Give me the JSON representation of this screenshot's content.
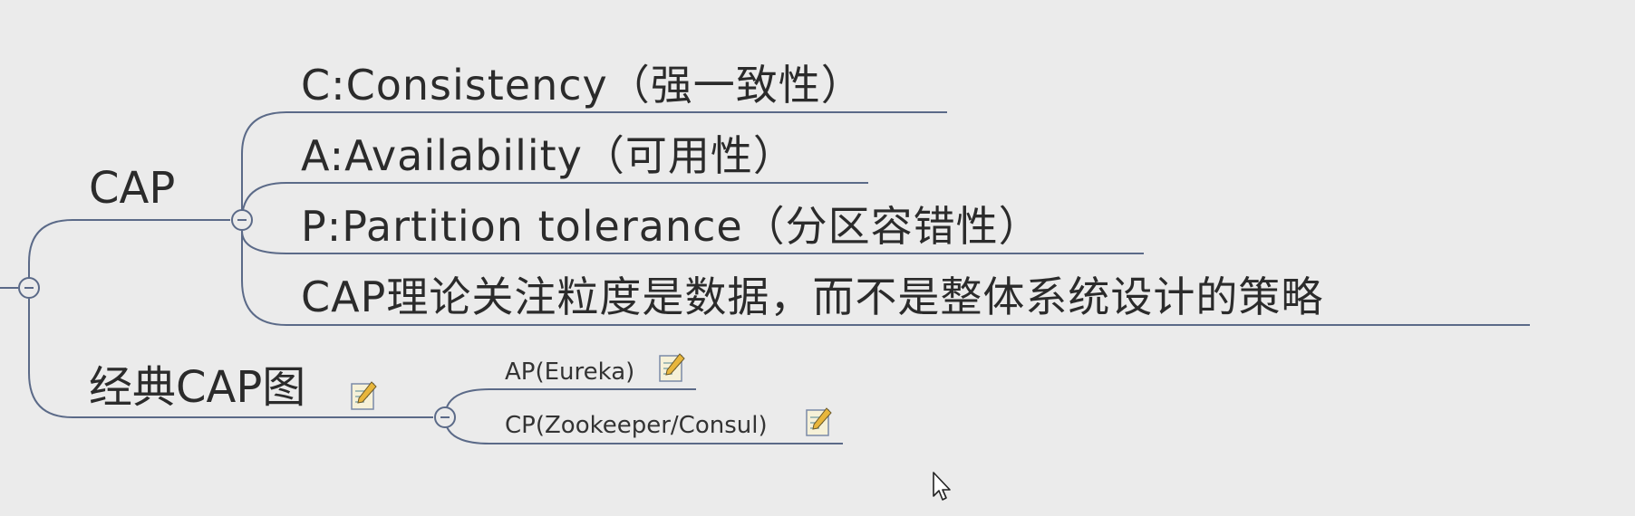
{
  "mindmap": {
    "cap": {
      "label": "CAP",
      "children": [
        "C:Consistency（强一致性）",
        "A:Availability（可用性）",
        "P:Partition tolerance（分区容错性）",
        "CAP理论关注粒度是数据，而不是整体系统设计的策略"
      ]
    },
    "classic": {
      "label": "经典CAP图",
      "children": [
        "AP(Eureka)",
        "CP(Zookeeper/Consul)"
      ]
    }
  },
  "colors": {
    "background": "#ebebeb",
    "line": "#5b6a88",
    "text": "#2b2b2b"
  },
  "icons": [
    "collapse-icon",
    "note-icon",
    "mouse-cursor-icon"
  ]
}
